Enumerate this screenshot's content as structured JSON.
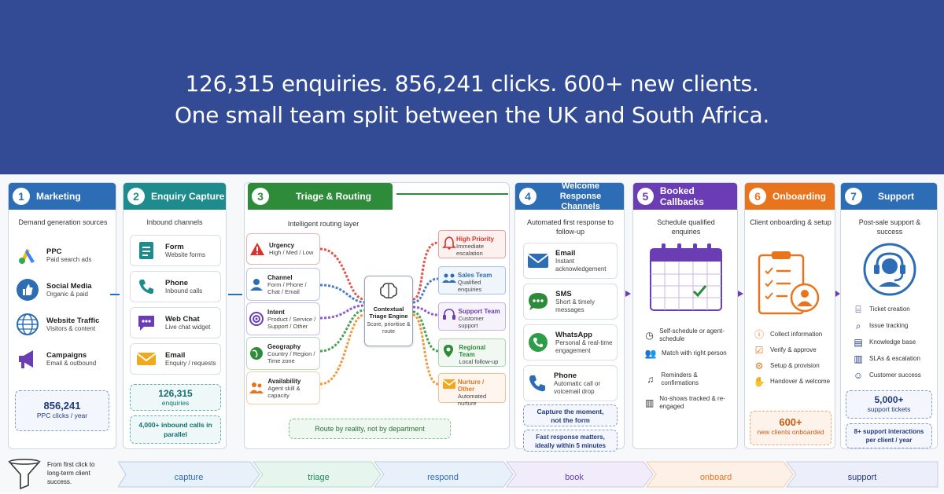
{
  "hero": {
    "line1": "126,315 enquiries. 856,241 clicks. 600+ new clients.",
    "line2": "One small team split between the UK and South Africa."
  },
  "colors": {
    "hero_bg": "#324b94",
    "blue": "#2d6db5",
    "teal": "#1e8c8c",
    "green": "#2e8b3a",
    "purple": "#6a3db5",
    "orange": "#e8741e"
  },
  "columns": {
    "marketing": {
      "num": "1",
      "title": "Marketing",
      "subtitle": "Demand generation sources",
      "items": [
        {
          "title": "PPC",
          "desc": "Paid search ads",
          "icon": "google-ads-icon"
        },
        {
          "title": "Social Media",
          "desc": "Organic & paid",
          "icon": "thumbs-up-icon"
        },
        {
          "title": "Website Traffic",
          "desc": "Visitors & content",
          "icon": "globe-icon"
        },
        {
          "title": "Campaigns",
          "desc": "Email & outbound",
          "icon": "megaphone-icon"
        }
      ],
      "stat_value": "856,241",
      "stat_label": "PPC clicks / year"
    },
    "capture": {
      "num": "2",
      "title": "Enquiry Capture",
      "subtitle": "Inbound channels",
      "items": [
        {
          "title": "Form",
          "desc": "Website forms",
          "icon": "form-icon"
        },
        {
          "title": "Phone",
          "desc": "Inbound calls",
          "icon": "phone-icon"
        },
        {
          "title": "Web Chat",
          "desc": "Live chat widget",
          "icon": "chat-icon"
        },
        {
          "title": "Email",
          "desc": "Enquiry / requests",
          "icon": "envelope-icon"
        }
      ],
      "stat_value": "126,315",
      "stat_label": "enquiries",
      "note": "4,000+ inbound calls in parallel"
    },
    "triage": {
      "num": "3",
      "title": "Triage & Routing",
      "subtitle": "Intelligent routing layer",
      "inputs": [
        {
          "title": "Urgency",
          "desc": "High / Med / Low",
          "icon": "warning-icon"
        },
        {
          "title": "Channel",
          "desc": "Form / Phone / Chat / Email",
          "icon": "channel-icon"
        },
        {
          "title": "Intent",
          "desc": "Product / Service / Support / Other",
          "icon": "target-icon"
        },
        {
          "title": "Geography",
          "desc": "Country / Region / Time zone",
          "icon": "globe-icon"
        },
        {
          "title": "Availability",
          "desc": "Agent skill & capacity",
          "icon": "people-icon"
        }
      ],
      "engine_title": "Contextual Triage Engine",
      "engine_desc": "Score, prioritise & route",
      "outputs": [
        {
          "title": "High Priority",
          "desc": "Immediate escalation",
          "color": "#d9342b",
          "icon": "bell-icon"
        },
        {
          "title": "Sales Team",
          "desc": "Qualified enquiries",
          "color": "#2d6db5",
          "icon": "team-icon"
        },
        {
          "title": "Support Team",
          "desc": "Customer support",
          "color": "#6a3db5",
          "icon": "headset-icon"
        },
        {
          "title": "Regional Team",
          "desc": "Local follow-up",
          "color": "#2e8b3a",
          "icon": "pin-icon"
        },
        {
          "title": "Nurture / Other",
          "desc": "Automated nurture",
          "color": "#e8741e",
          "icon": "envelope-icon"
        }
      ],
      "note": "Route by reality, not by department"
    },
    "welcome": {
      "num": "4",
      "title": "Welcome Response Channels",
      "subtitle": "Automated first response to follow-up",
      "items": [
        {
          "title": "Email",
          "desc": "Instant acknowledgement",
          "icon": "envelope-icon"
        },
        {
          "title": "SMS",
          "desc": "Short & timely messages",
          "icon": "sms-icon"
        },
        {
          "title": "WhatsApp",
          "desc": "Personal & real-time engagement",
          "icon": "whatsapp-icon"
        },
        {
          "title": "Phone",
          "desc": "Automatic call or voicemail drop",
          "icon": "phone-icon"
        }
      ],
      "note1": "Capture the moment, not the form",
      "note2": "Fast response matters, ideally within 5 minutes"
    },
    "callbacks": {
      "num": "5",
      "title": "Booked Callbacks",
      "subtitle": "Schedule qualified enquiries",
      "bullets": [
        {
          "text": "Self-schedule or agent-schedule",
          "icon": "clock-icon"
        },
        {
          "text": "Match with right person",
          "icon": "people-icon"
        },
        {
          "text": "Reminders & confirmations",
          "icon": "bell-icon"
        },
        {
          "text": "No-shows tracked & re-engaged",
          "icon": "bar-chart-icon"
        }
      ]
    },
    "onboarding": {
      "num": "6",
      "title": "Onboarding",
      "subtitle": "Client onboarding & setup",
      "bullets": [
        {
          "text": "Collect information",
          "icon": "info-icon"
        },
        {
          "text": "Verify & approve",
          "icon": "check-icon"
        },
        {
          "text": "Setup & provision",
          "icon": "gear-icon"
        },
        {
          "text": "Handover & welcome",
          "icon": "handshake-icon"
        }
      ],
      "stat_value": "600+",
      "stat_label": "new clients onboarded"
    },
    "support": {
      "num": "7",
      "title": "Support",
      "subtitle": "Post-sale support & success",
      "bullets": [
        {
          "text": "Ticket creation",
          "icon": "ticket-icon"
        },
        {
          "text": "Issue tracking",
          "icon": "search-icon"
        },
        {
          "text": "Knowledge base",
          "icon": "book-icon"
        },
        {
          "text": "SLAs & escalation",
          "icon": "bar-chart-icon"
        },
        {
          "text": "Customer success",
          "icon": "smile-icon"
        }
      ],
      "stat_value": "5,000+",
      "stat_label": "support tickets",
      "note": "8+ support interactions per client / year"
    }
  },
  "footer": {
    "funnel_text": "From first click to long-term client success.",
    "stages": [
      "capture",
      "triage",
      "respond",
      "book",
      "onboard",
      "support"
    ]
  }
}
